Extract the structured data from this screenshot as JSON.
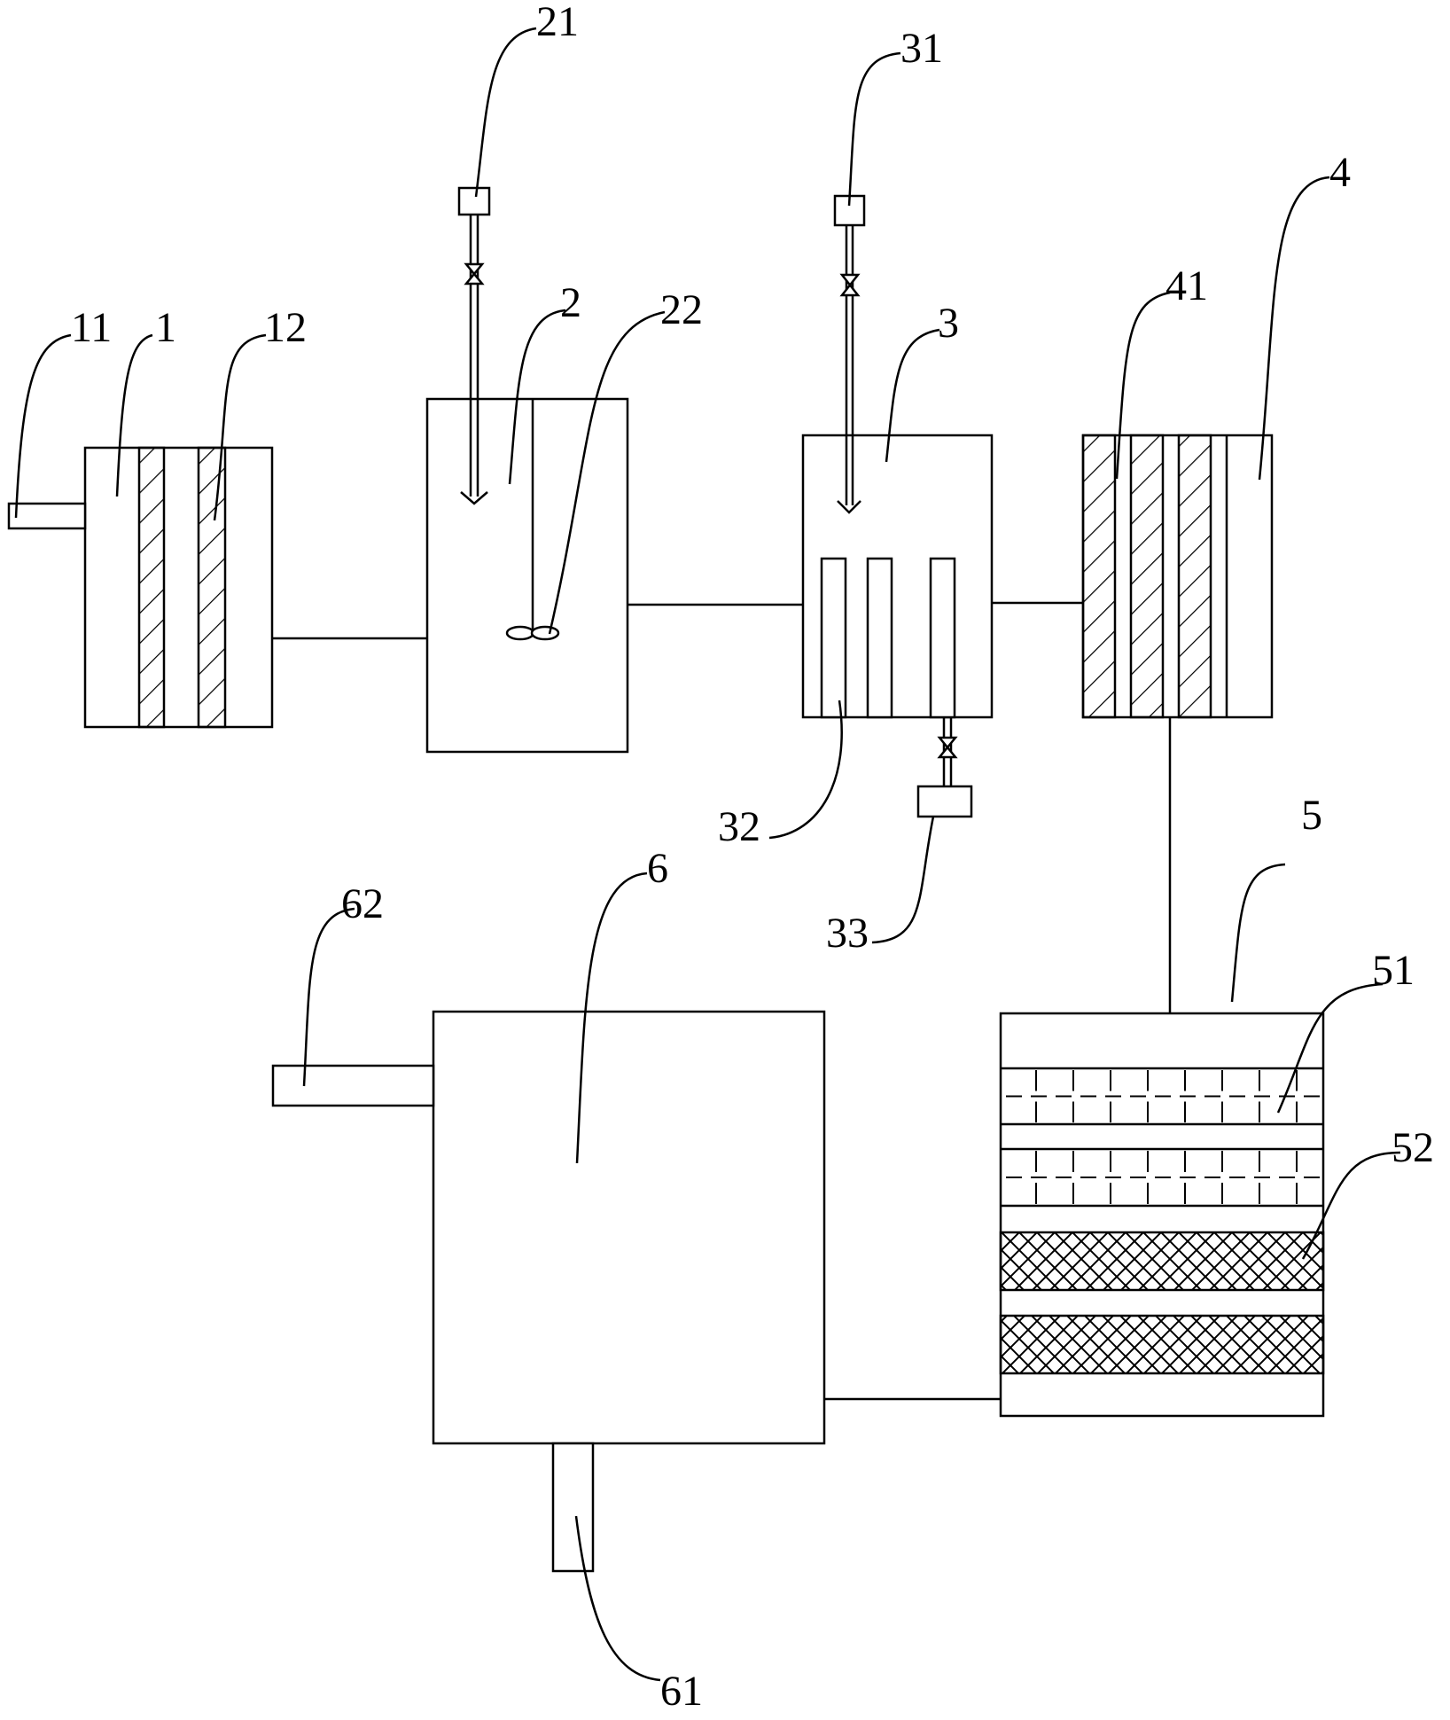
{
  "labels": {
    "l11": "11",
    "l1": "1",
    "l12": "12",
    "l2": "2",
    "l21": "21",
    "l22": "22",
    "l3": "3",
    "l31": "31",
    "l32": "32",
    "l33": "33",
    "l4": "4",
    "l41": "41",
    "l5": "5",
    "l51": "51",
    "l52": "52",
    "l6": "6",
    "l61": "61",
    "l62": "62"
  },
  "colors": {
    "line": "#000000",
    "background": "#ffffff"
  }
}
